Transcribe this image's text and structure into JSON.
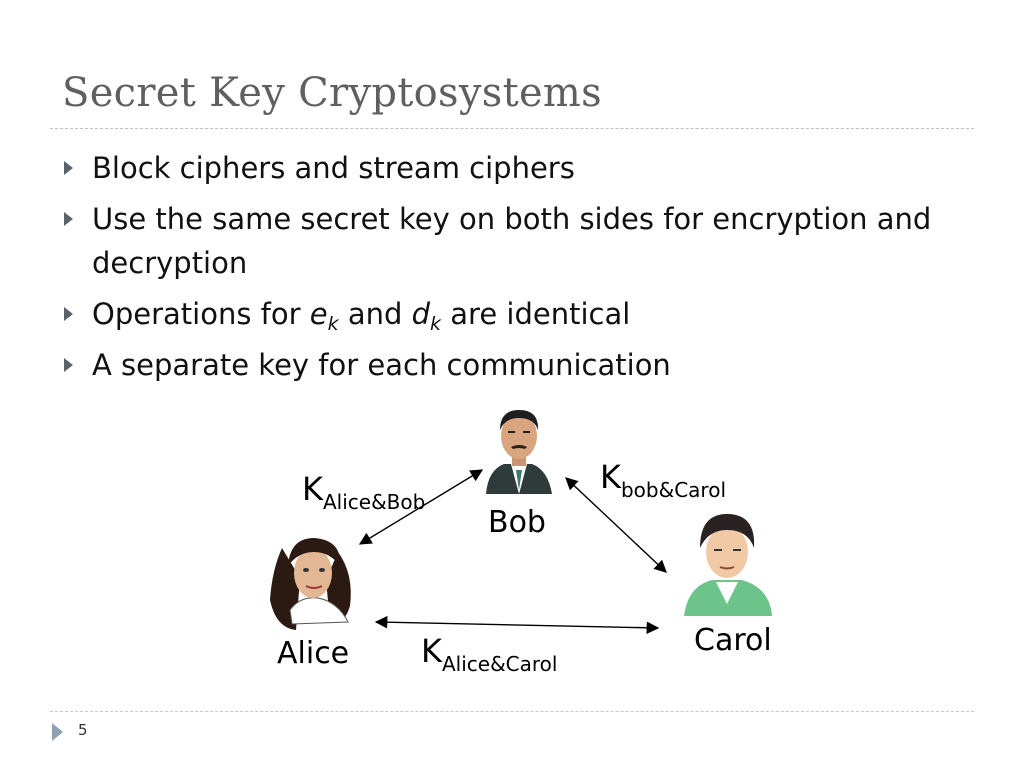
{
  "slide": {
    "title": "Secret Key Cryptosystems",
    "bullets": [
      "Block ciphers and stream ciphers",
      "Use the same secret key on both sides for encryption and decryption",
      {
        "before": "Operations for ",
        "e": "e",
        "e_sub": "k",
        "middle": " and ",
        "d": "d",
        "d_sub": "k",
        "after": " are identical"
      },
      "A separate key for each communication"
    ],
    "page_number": "5"
  },
  "diagram": {
    "bob": "Bob",
    "alice": "Alice",
    "carol": "Carol",
    "keys": {
      "alice_bob": {
        "main": "K",
        "sub": "Alice&Bob"
      },
      "bob_carol": {
        "main": "K",
        "sub": "bob&Carol"
      },
      "alice_carol": {
        "main": "K",
        "sub": "Alice&Carol"
      }
    }
  }
}
